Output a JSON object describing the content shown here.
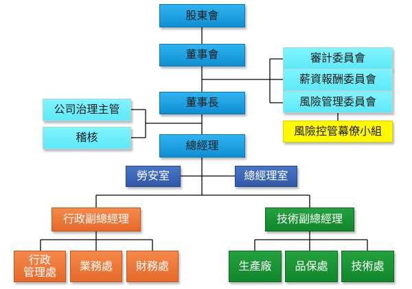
{
  "nodes": {
    "shareholders": "股東會",
    "board": "董事會",
    "audit_committee": "審計委員會",
    "compensation_committee": "薪資報酬委員會",
    "risk_committee": "風險管理委員會",
    "risk_control_group": "風險控管幕僚小組",
    "chairman": "董事長",
    "governance_officer": "公司治理主管",
    "audit": "稽核",
    "general_manager": "總經理",
    "labor_safety_office": "勞安室",
    "gm_office": "總經理室",
    "vp_admin": "行政副總經理",
    "vp_tech": "技術副總經理",
    "admin_dept": "行政\n管理處",
    "business_dept": "業務處",
    "finance_dept": "財務處",
    "production_plant": "生產廠",
    "qa_dept": "品保處",
    "tech_dept": "技術處"
  },
  "colors": {
    "core_blue": "#1aa3e3",
    "committee_cyan": "#6ff0fb",
    "group_yellow": "#fff800",
    "office_navy": "#3a65b6",
    "admin_orange": "#ee7a3a",
    "tech_green": "#1a9436",
    "connector": "#000000"
  }
}
